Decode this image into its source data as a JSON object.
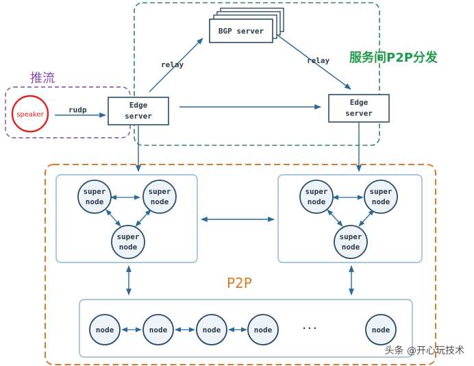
{
  "labels": {
    "push_stream": "推流",
    "inter_server": "服务间P2P分发",
    "p2p": "P2P",
    "speaker": "speaker",
    "rudp": "rudp",
    "relay_left": "relay",
    "relay_right": "relay",
    "bgp_server": "BGP server",
    "edge_left_line1": "Edge",
    "edge_left_line2": "server",
    "edge_right_line1": "Edge",
    "edge_right_line2": "server",
    "super": "super",
    "node_word": "node",
    "node": "node",
    "ellipsis": "...",
    "watermark": "头条 @开心玩技术"
  },
  "colors": {
    "arrow": "#2a6a9a",
    "green_dash": "#2e8a57",
    "purple_dash": "#7a4a9a",
    "orange_dash": "#d97a2a",
    "node_stroke": "#2a4a66",
    "node_fill": "#eef3f8",
    "cluster_stroke": "#8ab4cc",
    "speaker_red": "#e02020",
    "title_green": "#1f9a4a",
    "title_purple": "#8a4ab0",
    "p2p_orange": "#e07a20"
  }
}
